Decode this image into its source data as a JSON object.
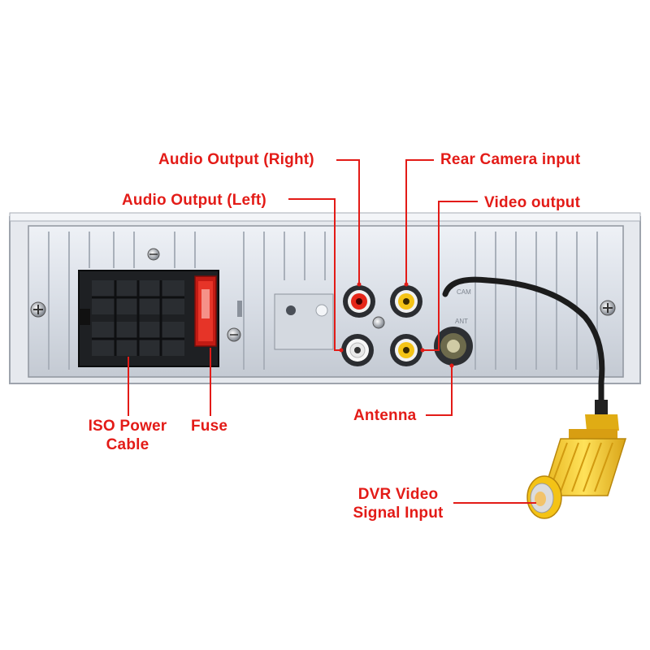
{
  "callout_color": "#e31b17",
  "labels": {
    "audio_right": "Audio Output (Right)",
    "audio_left": "Audio Output (Left)",
    "rear_camera": "Rear Camera input",
    "video_output": "Video output",
    "iso_power_line1": "ISO Power",
    "iso_power_line2": "Cable",
    "fuse": "Fuse",
    "antenna": "Antenna",
    "dvr_line1": "DVR Video",
    "dvr_line2": "Signal Input"
  },
  "panel_marks": {
    "ant": "ANT",
    "cam": "CAM"
  }
}
